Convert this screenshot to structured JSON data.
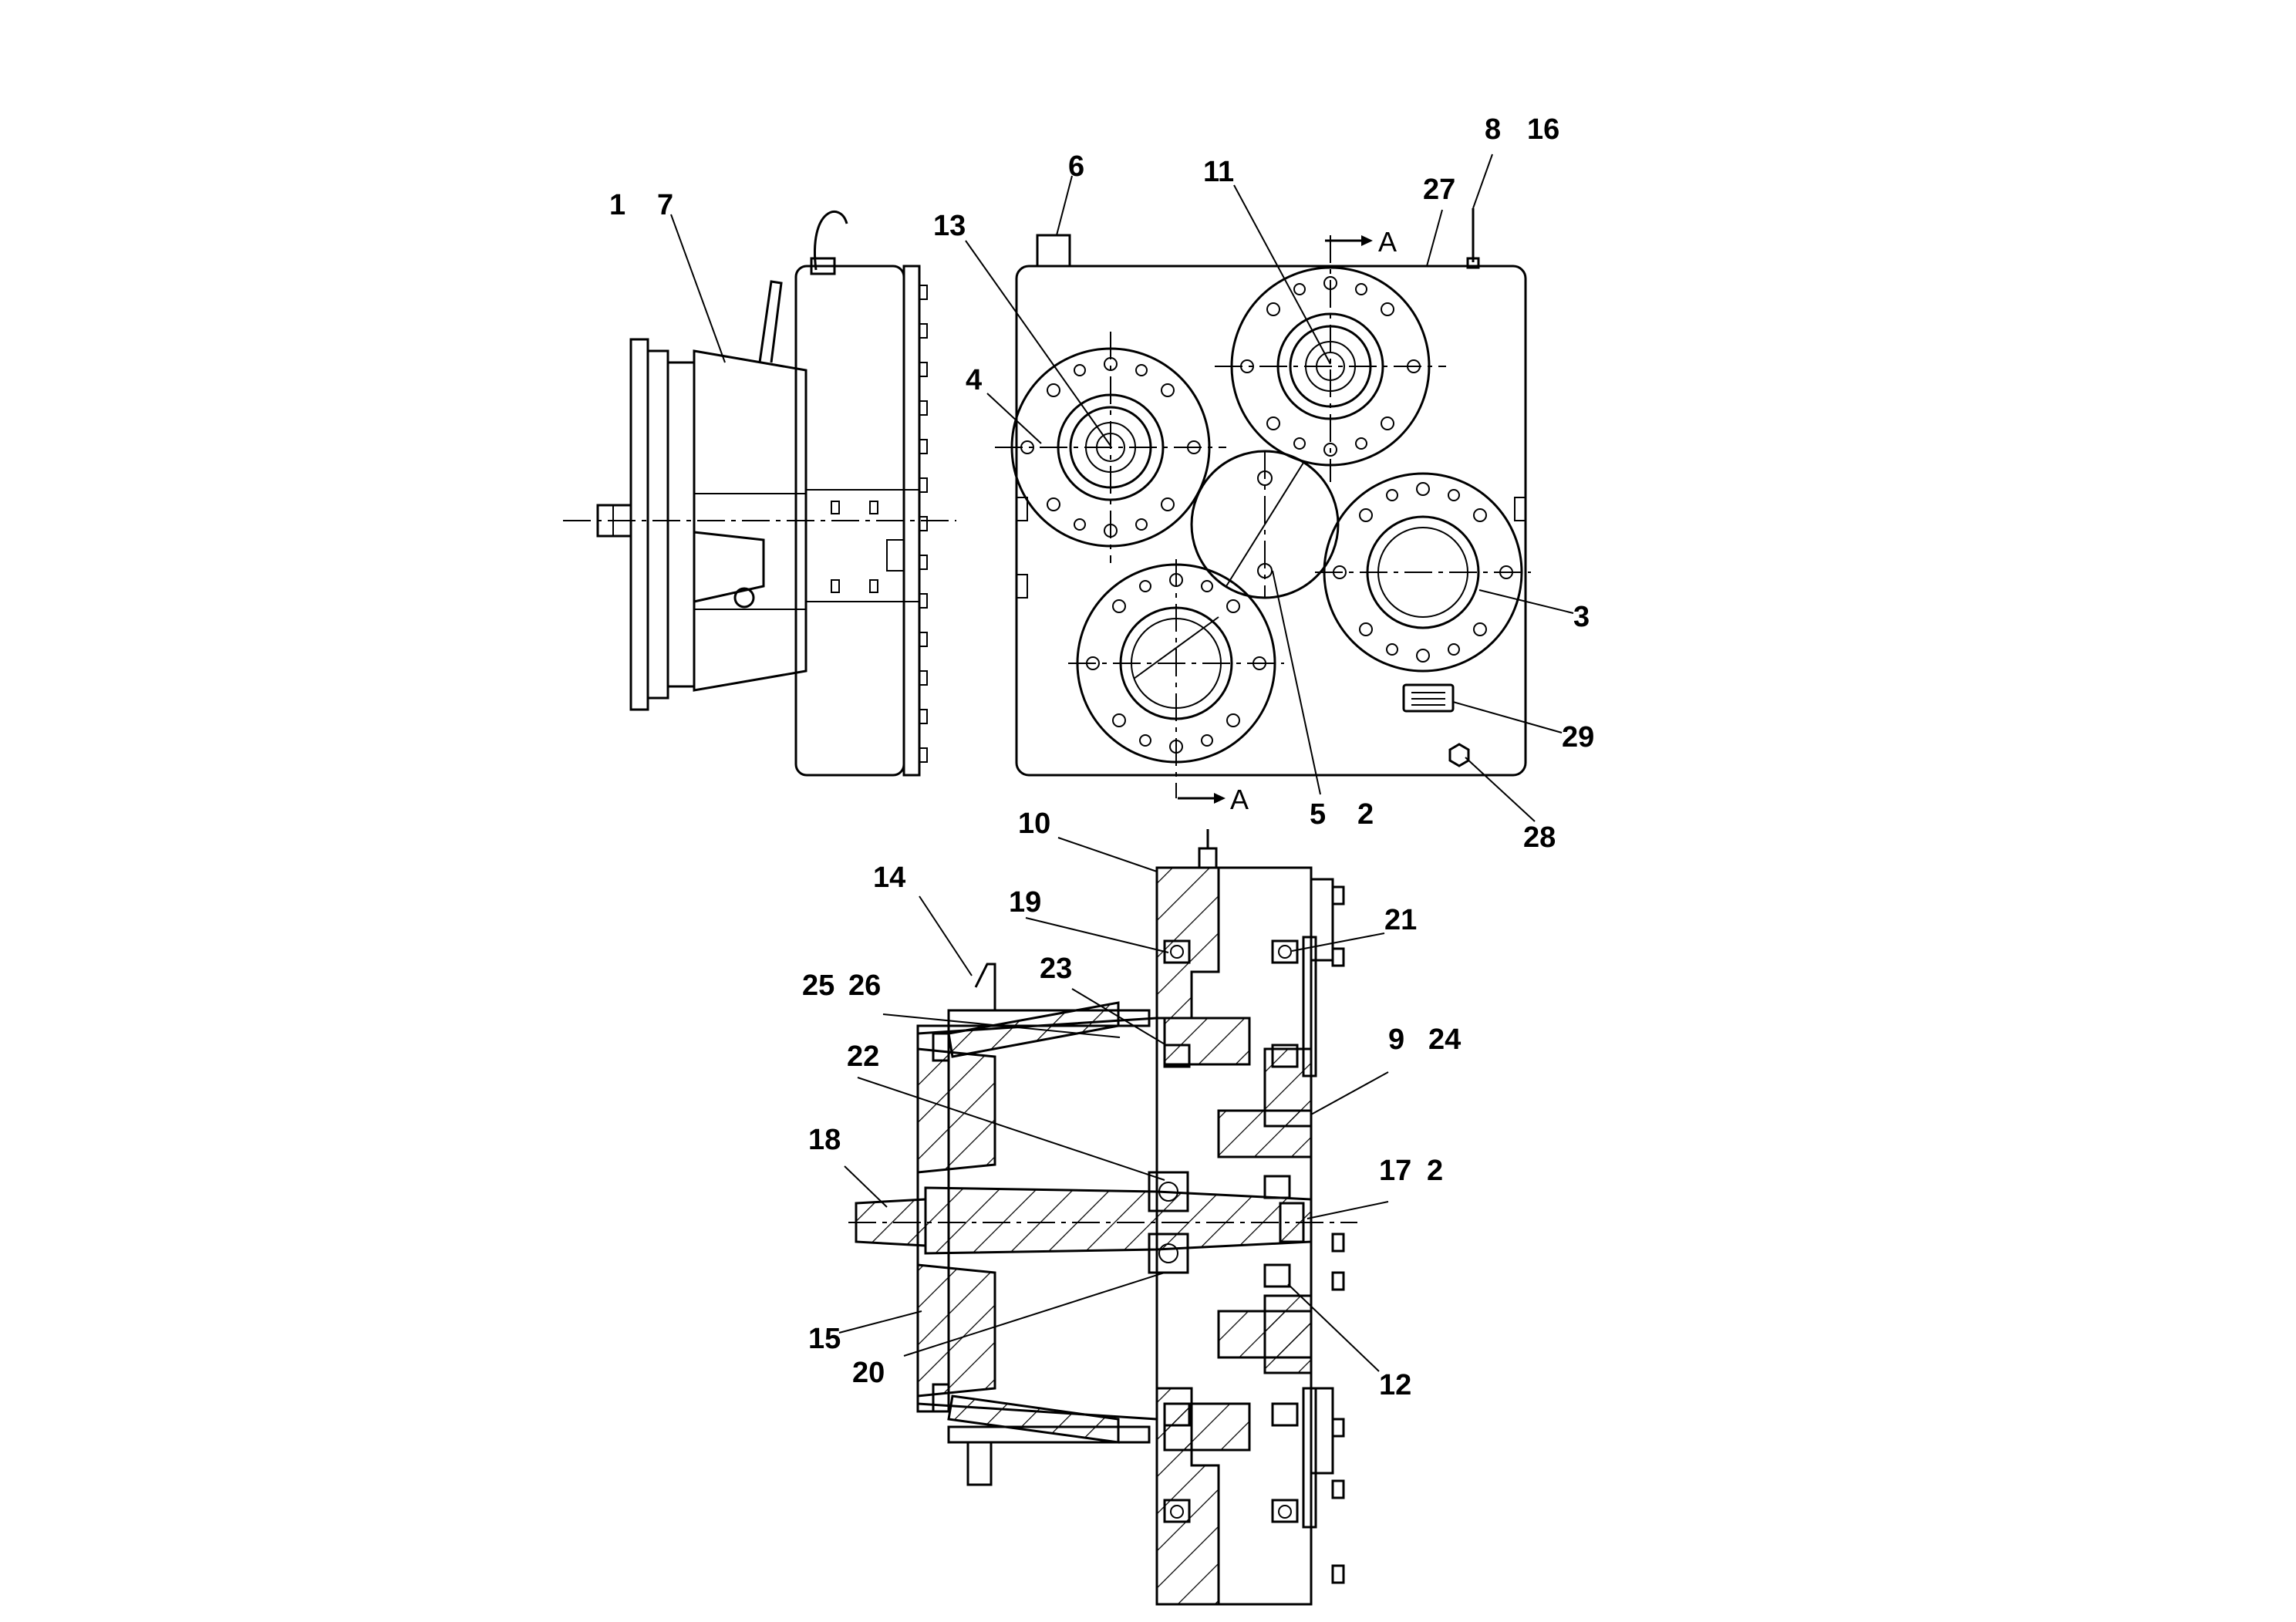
{
  "callouts": [
    {
      "id": "c1",
      "text": "1"
    },
    {
      "id": "c7",
      "text": "7"
    },
    {
      "id": "c13",
      "text": "13"
    },
    {
      "id": "c6",
      "text": "6"
    },
    {
      "id": "c11",
      "text": "11"
    },
    {
      "id": "c8",
      "text": "8"
    },
    {
      "id": "c16",
      "text": "16"
    },
    {
      "id": "c27",
      "text": "27"
    },
    {
      "id": "c4",
      "text": "4"
    },
    {
      "id": "c3",
      "text": "3"
    },
    {
      "id": "c29",
      "text": "29"
    },
    {
      "id": "c5",
      "text": "5"
    },
    {
      "id": "c2a",
      "text": "2"
    },
    {
      "id": "c28",
      "text": "28"
    },
    {
      "id": "c10",
      "text": "10"
    },
    {
      "id": "c14",
      "text": "14"
    },
    {
      "id": "c19",
      "text": "19"
    },
    {
      "id": "c21",
      "text": "21"
    },
    {
      "id": "c23",
      "text": "23"
    },
    {
      "id": "c25",
      "text": "25"
    },
    {
      "id": "c26",
      "text": "26"
    },
    {
      "id": "c9",
      "text": "9"
    },
    {
      "id": "c24",
      "text": "24"
    },
    {
      "id": "c22",
      "text": "22"
    },
    {
      "id": "c18",
      "text": "18"
    },
    {
      "id": "c17",
      "text": "17"
    },
    {
      "id": "c2b",
      "text": "2"
    },
    {
      "id": "c15",
      "text": "15"
    },
    {
      "id": "c20",
      "text": "20"
    },
    {
      "id": "c12",
      "text": "12"
    }
  ],
  "section_marks": {
    "top": "A",
    "bottom": "A"
  }
}
